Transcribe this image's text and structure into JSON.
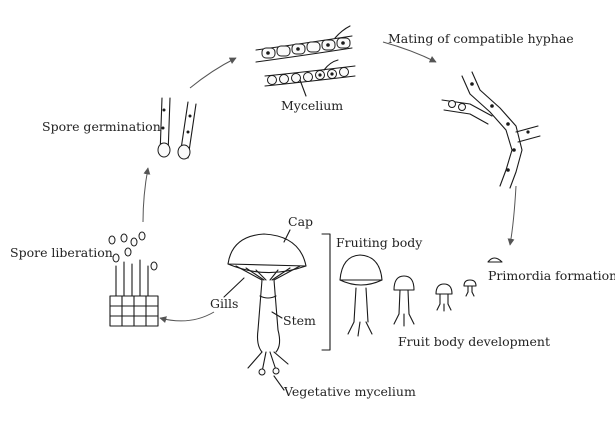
{
  "labels": {
    "mating": "Mating of compatible hyphae",
    "mycelium": "Mycelium",
    "spore_germination": "Spore germination",
    "spore_liberation": "Spore liberation",
    "cap": "Cap",
    "fruiting_body": "Fruiting body",
    "gills": "Gills",
    "stem": "Stem",
    "primordia_formation": "Primordia formation",
    "fruit_body_development": "Fruit body development",
    "vegetative_mycelium": "Vegetative mycelium"
  }
}
